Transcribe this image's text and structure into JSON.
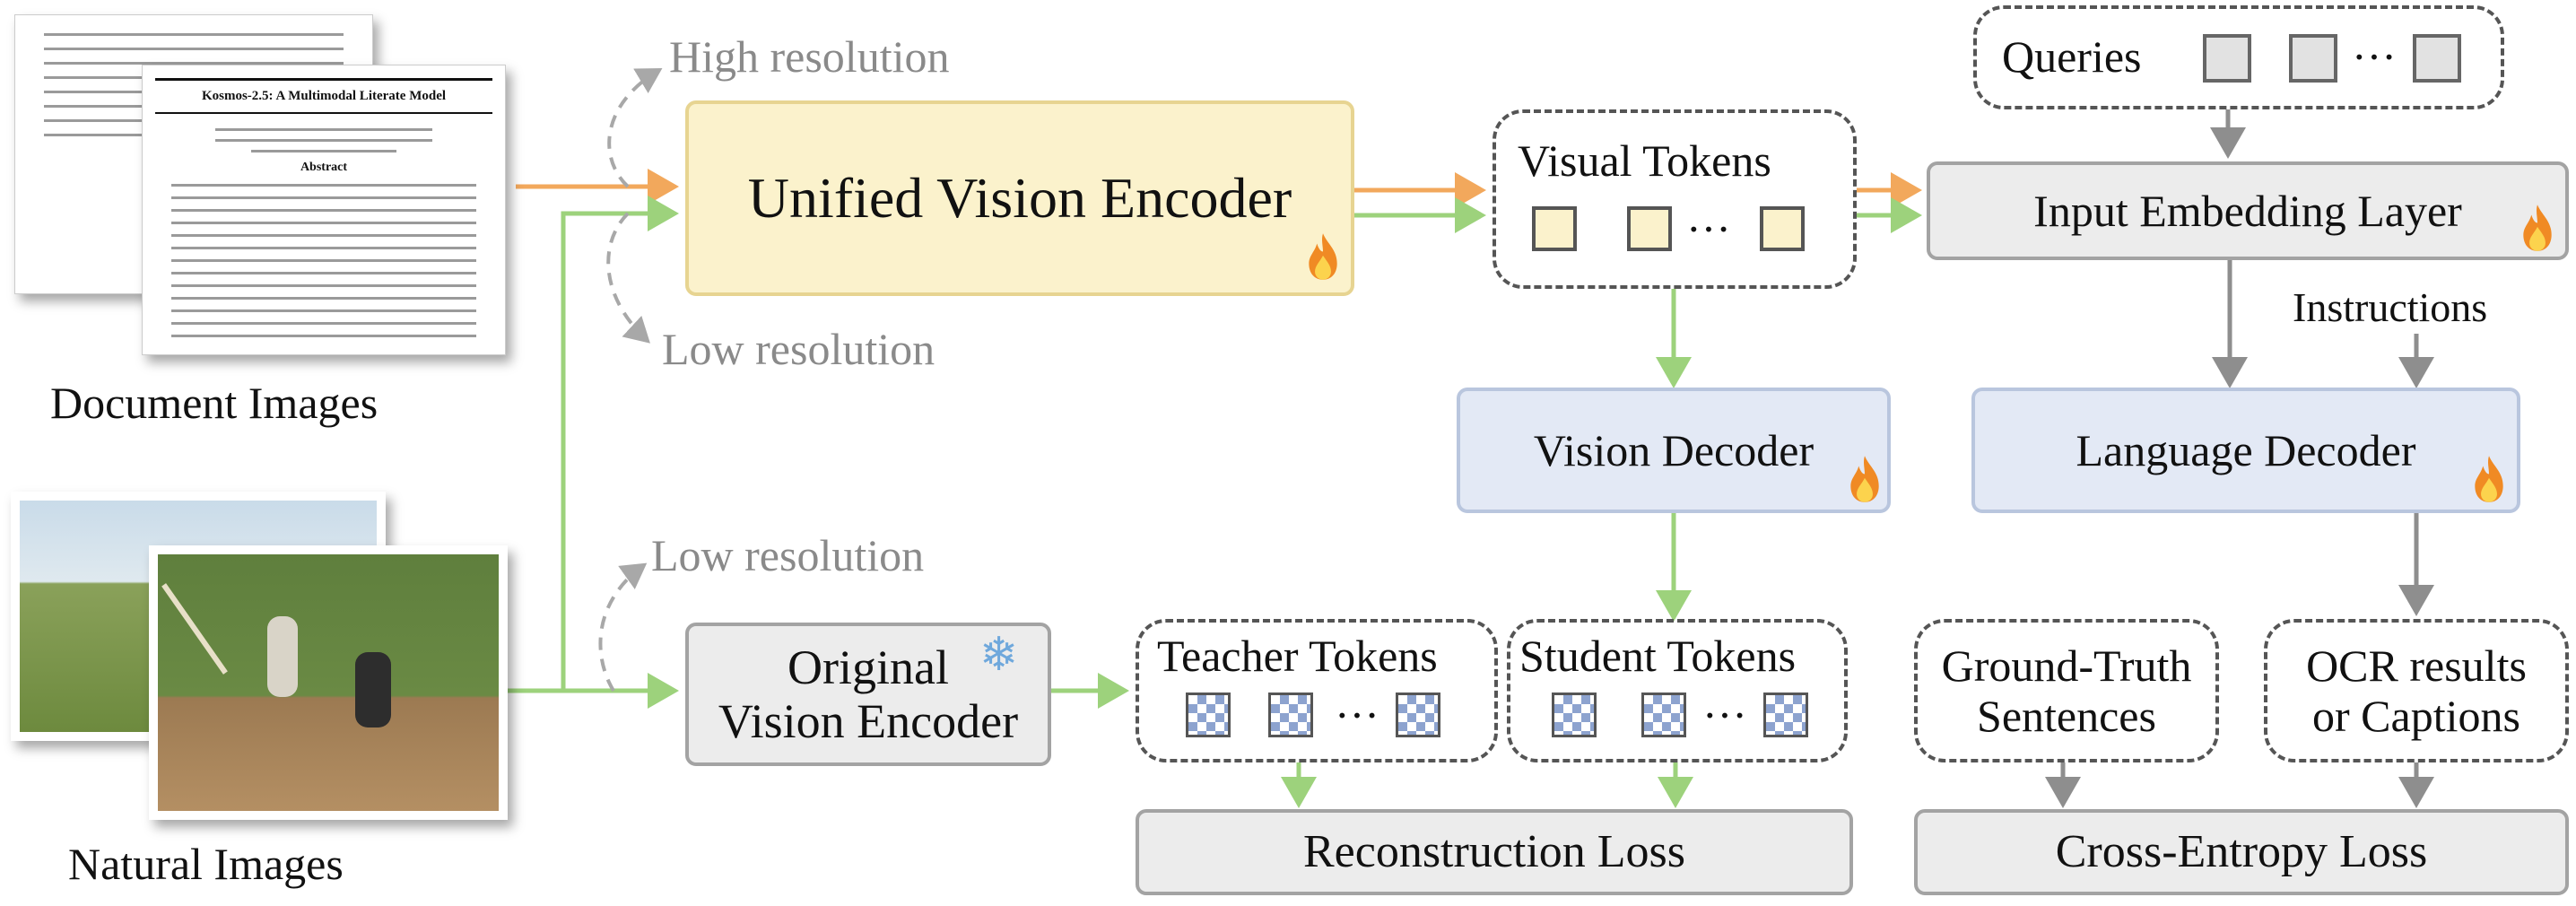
{
  "inputs": {
    "document_label": "Document Images",
    "natural_label": "Natural Images",
    "document_title": "Kosmos-2.5: A Multimodal Literate Model",
    "document_section": "Abstract"
  },
  "resolution": {
    "high": "High resolution",
    "low_top": "Low resolution",
    "low_bottom": "Low resolution"
  },
  "encoders": {
    "unified": "Unified Vision Encoder",
    "original_line1": "Original",
    "original_line2": "Vision Encoder"
  },
  "tokens": {
    "visual": "Visual Tokens",
    "teacher": "Teacher Tokens",
    "student": "Student Tokens",
    "queries": "Queries",
    "ellipsis": "···"
  },
  "decoders": {
    "vision": "Vision Decoder",
    "language": "Language Decoder",
    "input_embedding": "Input Embedding Layer",
    "instructions": "Instructions"
  },
  "outputs": {
    "ground_truth_line1": "Ground-Truth",
    "ground_truth_line2": "Sentences",
    "ocr_line1": "OCR results",
    "ocr_line2": "or Captions"
  },
  "losses": {
    "reconstruction": "Reconstruction Loss",
    "cross_entropy": "Cross-Entropy Loss"
  },
  "colors": {
    "orange_arrow": "#f2a85c",
    "green_arrow": "#9dd27c",
    "gray_arrow": "#8e8e8e",
    "yellow_fill": "#fbf2cc",
    "blue_fill": "#e3e9f5",
    "gray_fill": "#ececec"
  },
  "icons": {
    "trainable": "fire-icon",
    "frozen": "snowflake-icon"
  }
}
